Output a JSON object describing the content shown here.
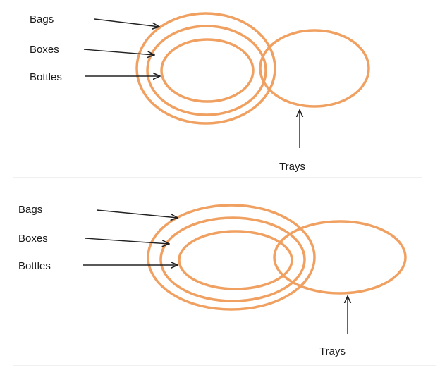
{
  "colors": {
    "ring": "#F0A060",
    "arrow": "#222222",
    "text": "#1a1a1a"
  },
  "diagrams": [
    {
      "labels": {
        "bags": "Bags",
        "boxes": "Boxes",
        "bottles": "Bottles",
        "trays": "Trays"
      }
    },
    {
      "labels": {
        "bags": "Bags",
        "boxes": "Boxes",
        "bottles": "Bottles",
        "trays": "Trays"
      }
    }
  ]
}
